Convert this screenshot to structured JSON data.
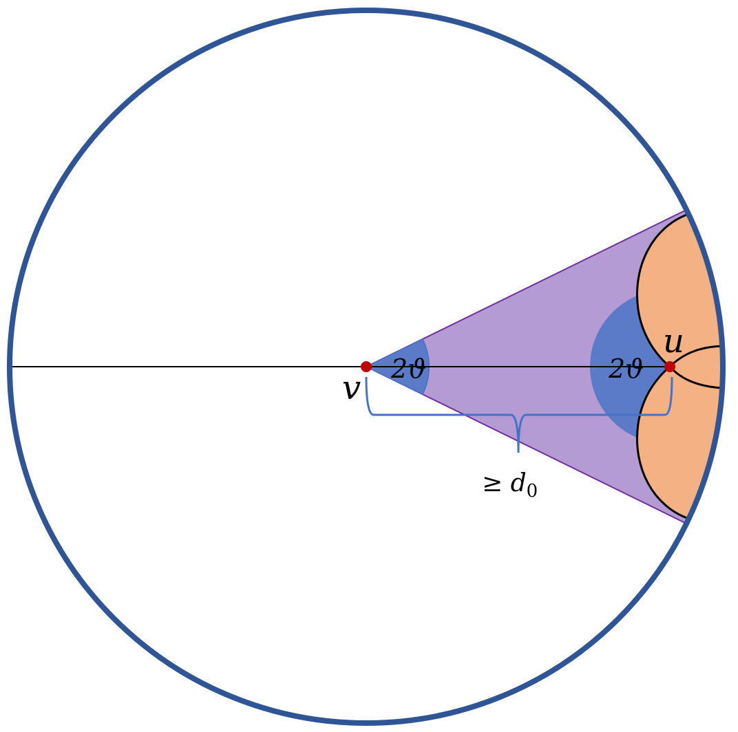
{
  "labels": {
    "v": "v",
    "u": "u",
    "angle_at_v": "2ϑ",
    "angle_at_u": "2ϑ",
    "distance_prefix": "≥ ",
    "distance_symbol": "d",
    "distance_subscript": "0"
  },
  "colors": {
    "outer_circle": "#2f5597",
    "cone_fill": "#b59bd4",
    "cone_edge": "#7030a0",
    "angle_fill": "#5b7bc8",
    "orange_region": "#f4b183",
    "points": "#c00000",
    "brace": "#4472c4",
    "lines": "#000000"
  }
}
